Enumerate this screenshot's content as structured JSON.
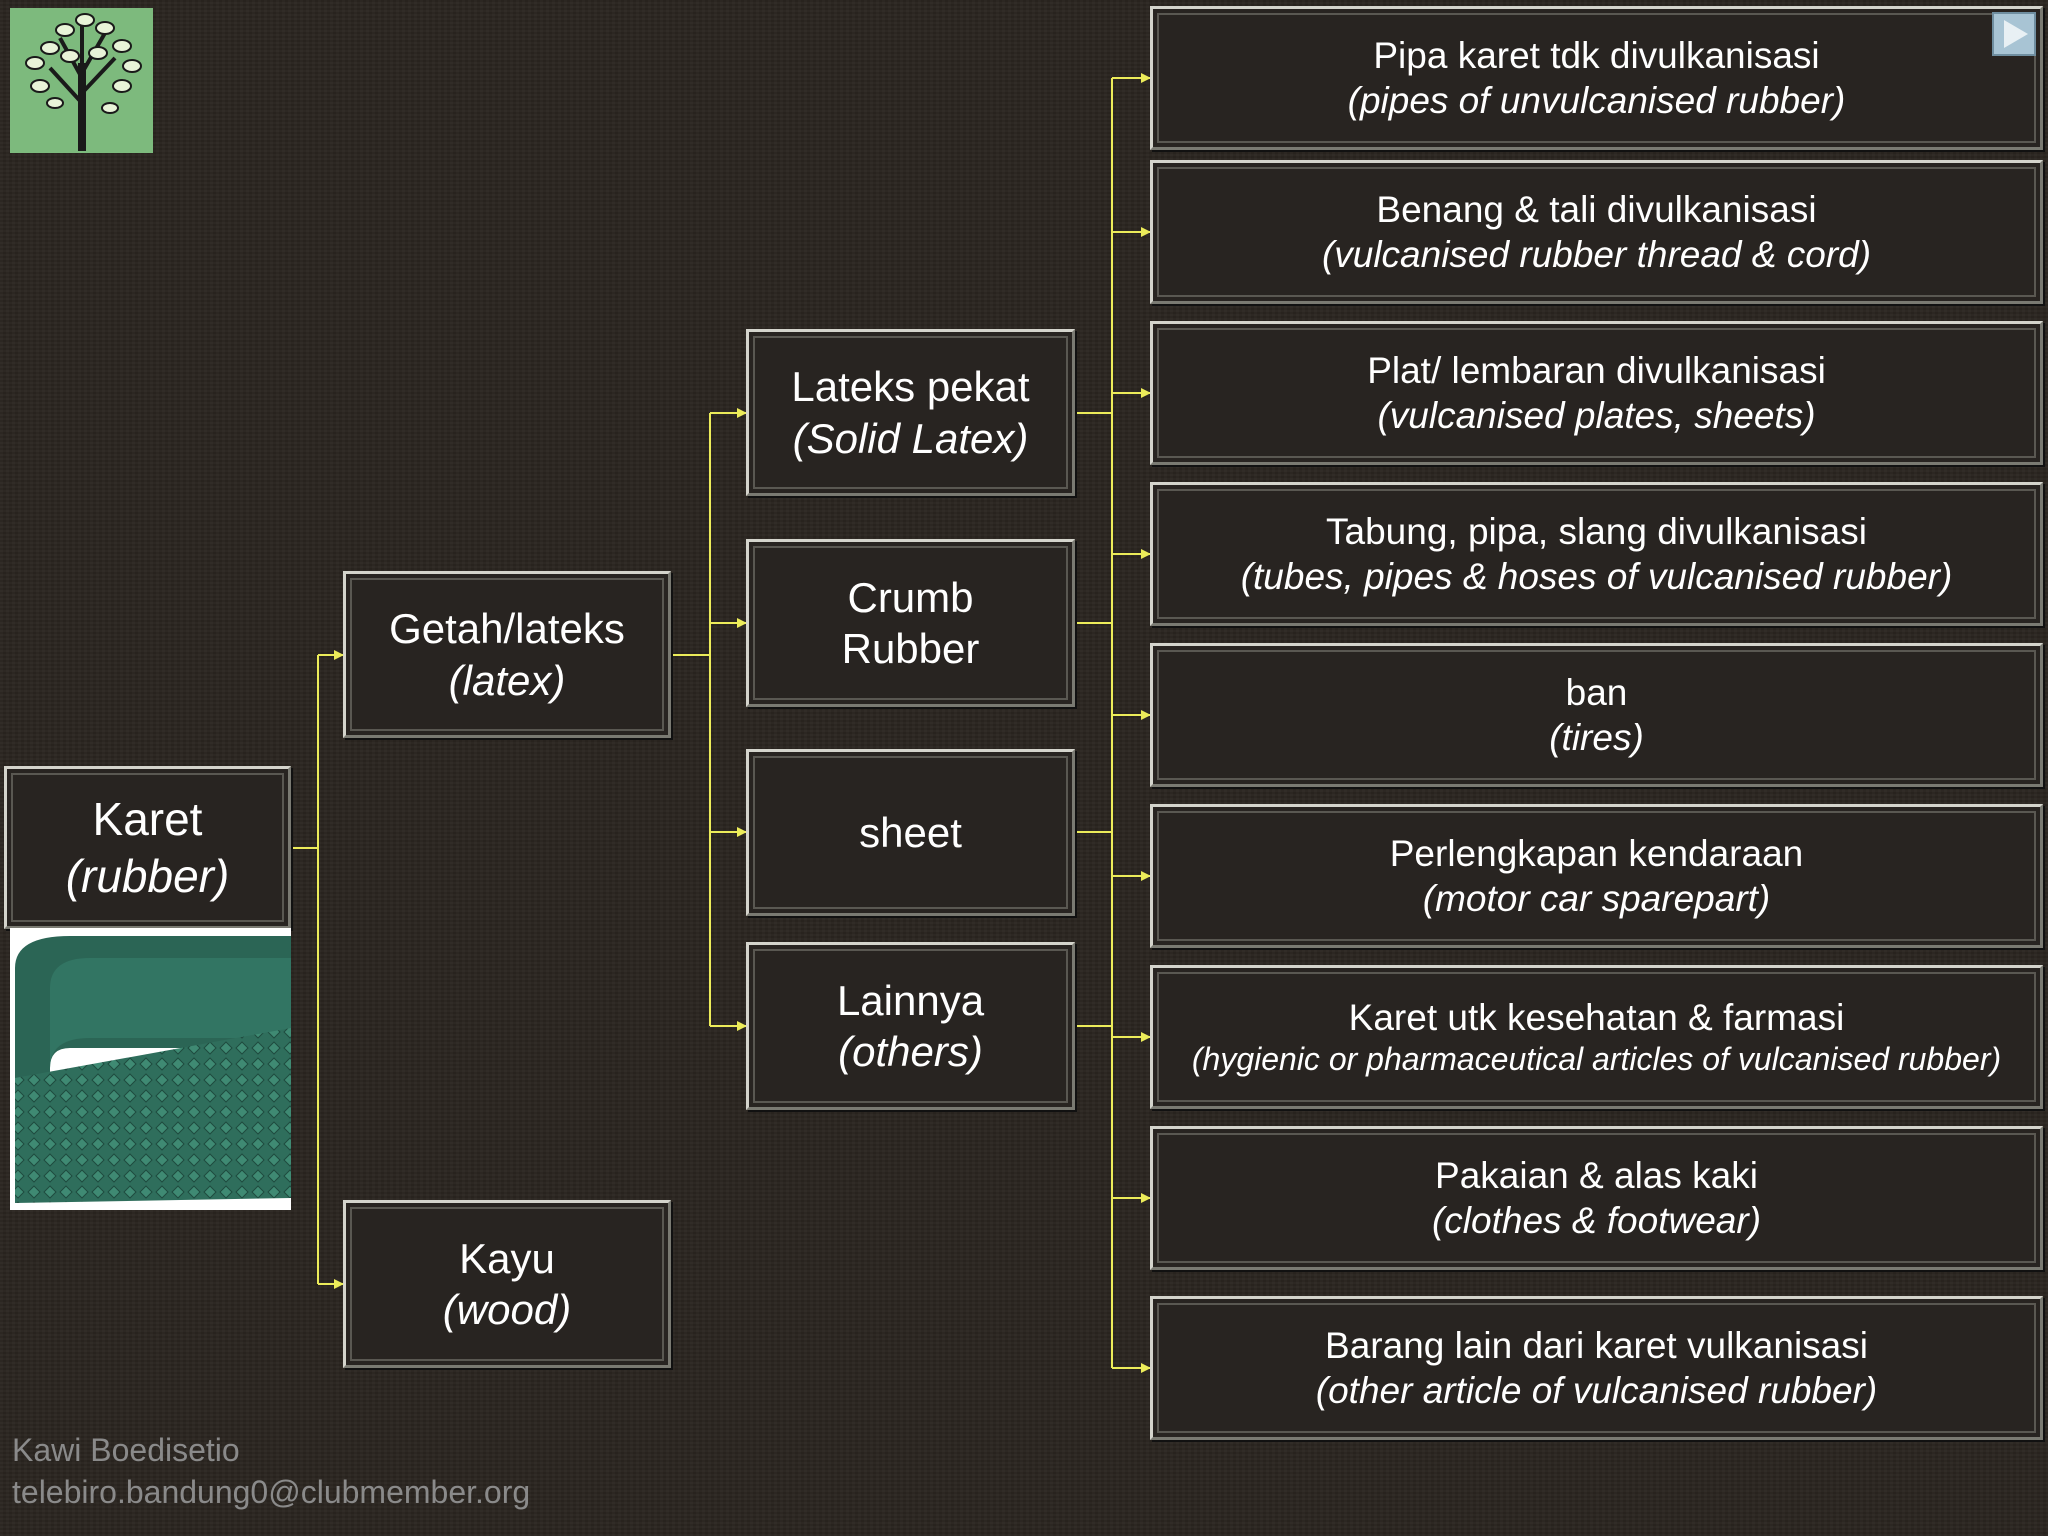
{
  "colors": {
    "background": "#2a2520",
    "box": "#282421",
    "connector": "#ecec5a",
    "text": "#ffffff"
  },
  "icons": {
    "logo": "tree-icon",
    "nav": "play-arrow-icon",
    "picture": "rubber-mat-image"
  },
  "root": {
    "label": "Karet",
    "sub": "(rubber)"
  },
  "level1": [
    {
      "label": "Getah/lateks",
      "sub": "(latex)"
    },
    {
      "label": "Kayu",
      "sub": "(wood)"
    }
  ],
  "level2": [
    {
      "label": "Lateks pekat",
      "sub": "(Solid Latex)"
    },
    {
      "label": "Crumb",
      "sub": "Rubber"
    },
    {
      "label": "sheet",
      "sub": ""
    },
    {
      "label": "Lainnya",
      "sub": "(others)"
    }
  ],
  "products": [
    {
      "label": "Pipa karet tdk divulkanisasi",
      "sub": "(pipes of unvulcanised rubber)"
    },
    {
      "label": "Benang & tali divulkanisasi",
      "sub": "(vulcanised rubber thread & cord)"
    },
    {
      "label": "Plat/ lembaran divulkanisasi",
      "sub": "(vulcanised plates, sheets)"
    },
    {
      "label": "Tabung, pipa, slang divulkanisasi",
      "sub": "(tubes, pipes & hoses of vulcanised rubber)"
    },
    {
      "label": "ban",
      "sub": "(tires)"
    },
    {
      "label": "Perlengkapan kendaraan",
      "sub": "(motor car sparepart)"
    },
    {
      "label": "Karet utk kesehatan & farmasi",
      "sub": "(hygienic or pharmaceutical articles of vulcanised rubber)"
    },
    {
      "label": "Pakaian & alas kaki",
      "sub": "(clothes & footwear)"
    },
    {
      "label": "Barang lain dari karet vulkanisasi",
      "sub": "(other article of vulcanised rubber)"
    }
  ],
  "footer": {
    "author": "Kawi Boedisetio",
    "email": "telebiro.bandung0@clubmember.org"
  }
}
